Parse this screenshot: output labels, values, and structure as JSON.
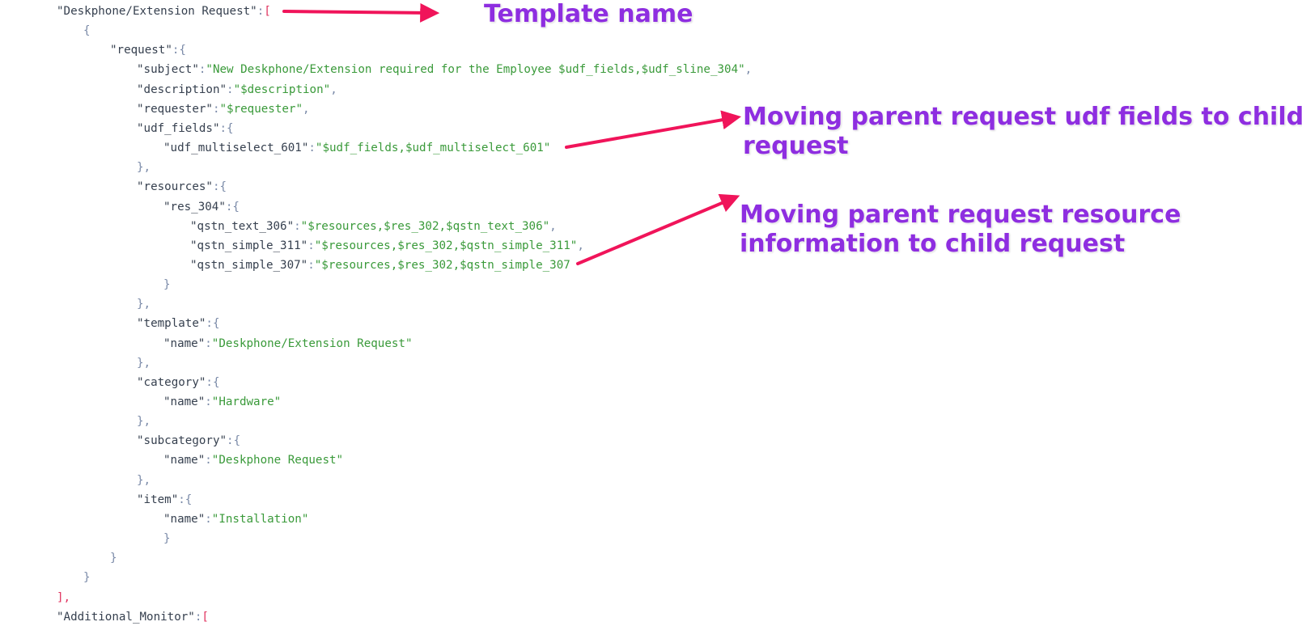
{
  "code": {
    "lines": [
      {
        "indent": 0,
        "parts": [
          {
            "t": "k",
            "v": "\"Deskphone/Extension Request\""
          },
          {
            "t": "p",
            "v": ":"
          },
          {
            "t": "p2",
            "v": "["
          }
        ]
      },
      {
        "indent": 1,
        "parts": [
          {
            "t": "p",
            "v": "{"
          }
        ]
      },
      {
        "indent": 2,
        "parts": [
          {
            "t": "k",
            "v": "\"request\""
          },
          {
            "t": "p",
            "v": ":{"
          }
        ]
      },
      {
        "indent": 3,
        "parts": [
          {
            "t": "k",
            "v": "\"subject\""
          },
          {
            "t": "p",
            "v": ":"
          },
          {
            "t": "s",
            "v": "\"New Deskphone/Extension required for the Employee $udf_fields,$udf_sline_304\""
          },
          {
            "t": "p",
            "v": ","
          }
        ]
      },
      {
        "indent": 3,
        "parts": [
          {
            "t": "k",
            "v": "\"description\""
          },
          {
            "t": "p",
            "v": ":"
          },
          {
            "t": "s",
            "v": "\"$description\""
          },
          {
            "t": "p",
            "v": ","
          }
        ]
      },
      {
        "indent": 3,
        "parts": [
          {
            "t": "k",
            "v": "\"requester\""
          },
          {
            "t": "p",
            "v": ":"
          },
          {
            "t": "s",
            "v": "\"$requester\""
          },
          {
            "t": "p",
            "v": ","
          }
        ]
      },
      {
        "indent": 3,
        "parts": [
          {
            "t": "k",
            "v": "\"udf_fields\""
          },
          {
            "t": "p",
            "v": ":{"
          }
        ]
      },
      {
        "indent": 4,
        "parts": [
          {
            "t": "k",
            "v": "\"udf_multiselect_601\""
          },
          {
            "t": "p",
            "v": ":"
          },
          {
            "t": "s",
            "v": "\"$udf_fields,$udf_multiselect_601\""
          }
        ]
      },
      {
        "indent": 3,
        "parts": [
          {
            "t": "p",
            "v": "},"
          }
        ]
      },
      {
        "indent": 3,
        "parts": [
          {
            "t": "k",
            "v": "\"resources\""
          },
          {
            "t": "p",
            "v": ":{"
          }
        ]
      },
      {
        "indent": 4,
        "parts": [
          {
            "t": "k",
            "v": "\"res_304\""
          },
          {
            "t": "p",
            "v": ":{"
          }
        ]
      },
      {
        "indent": 5,
        "parts": [
          {
            "t": "k",
            "v": "\"qstn_text_306\""
          },
          {
            "t": "p",
            "v": ":"
          },
          {
            "t": "s",
            "v": "\"$resources,$res_302,$qstn_text_306\""
          },
          {
            "t": "p",
            "v": ","
          }
        ]
      },
      {
        "indent": 5,
        "parts": [
          {
            "t": "k",
            "v": "\"qstn_simple_311\""
          },
          {
            "t": "p",
            "v": ":"
          },
          {
            "t": "s",
            "v": "\"$resources,$res_302,$qstn_simple_311\""
          },
          {
            "t": "p",
            "v": ","
          }
        ]
      },
      {
        "indent": 5,
        "parts": [
          {
            "t": "k",
            "v": "\"qstn_simple_307\""
          },
          {
            "t": "p",
            "v": ":"
          },
          {
            "t": "s",
            "v": "\"$resources,$res_302,$qstn_simple_307"
          }
        ]
      },
      {
        "indent": 4,
        "parts": [
          {
            "t": "p",
            "v": "}"
          }
        ]
      },
      {
        "indent": 3,
        "parts": [
          {
            "t": "p",
            "v": "},"
          }
        ]
      },
      {
        "indent": 3,
        "parts": [
          {
            "t": "k",
            "v": "\"template\""
          },
          {
            "t": "p",
            "v": ":{"
          }
        ]
      },
      {
        "indent": 4,
        "parts": [
          {
            "t": "k",
            "v": "\"name\""
          },
          {
            "t": "p",
            "v": ":"
          },
          {
            "t": "s",
            "v": "\"Deskphone/Extension Request\""
          }
        ]
      },
      {
        "indent": 3,
        "parts": [
          {
            "t": "p",
            "v": "},"
          }
        ]
      },
      {
        "indent": 3,
        "parts": [
          {
            "t": "k",
            "v": "\"category\""
          },
          {
            "t": "p",
            "v": ":{"
          }
        ]
      },
      {
        "indent": 4,
        "parts": [
          {
            "t": "k",
            "v": "\"name\""
          },
          {
            "t": "p",
            "v": ":"
          },
          {
            "t": "s",
            "v": "\"Hardware\""
          }
        ]
      },
      {
        "indent": 3,
        "parts": [
          {
            "t": "p",
            "v": "},"
          }
        ]
      },
      {
        "indent": 3,
        "parts": [
          {
            "t": "k",
            "v": "\"subcategory\""
          },
          {
            "t": "p",
            "v": ":{"
          }
        ]
      },
      {
        "indent": 4,
        "parts": [
          {
            "t": "k",
            "v": "\"name\""
          },
          {
            "t": "p",
            "v": ":"
          },
          {
            "t": "s",
            "v": "\"Deskphone Request\""
          }
        ]
      },
      {
        "indent": 3,
        "parts": [
          {
            "t": "p",
            "v": "},"
          }
        ]
      },
      {
        "indent": 3,
        "parts": [
          {
            "t": "k",
            "v": "\"item\""
          },
          {
            "t": "p",
            "v": ":{"
          }
        ]
      },
      {
        "indent": 4,
        "parts": [
          {
            "t": "k",
            "v": "\"name\""
          },
          {
            "t": "p",
            "v": ":"
          },
          {
            "t": "s",
            "v": "\"Installation\""
          }
        ]
      },
      {
        "indent": 4,
        "parts": [
          {
            "t": "p",
            "v": "}"
          }
        ]
      },
      {
        "indent": 2,
        "parts": [
          {
            "t": "p",
            "v": "}"
          }
        ]
      },
      {
        "indent": 1,
        "parts": [
          {
            "t": "p",
            "v": "}"
          }
        ]
      },
      {
        "indent": 0,
        "parts": [
          {
            "t": "p2",
            "v": "],"
          }
        ]
      },
      {
        "indent": 0,
        "parts": [
          {
            "t": "k",
            "v": "\"Additional_Monitor\""
          },
          {
            "t": "p",
            "v": ":"
          },
          {
            "t": "p2",
            "v": "["
          }
        ]
      }
    ]
  },
  "annotations": {
    "template_name": "Template name",
    "udf_fields": "Moving parent request udf fields to child\nrequest",
    "resources": "Moving parent request resource\ninformation to child request"
  },
  "colors": {
    "annotation_text": "#8e2ee0",
    "arrow": "#f0145a",
    "string": "#3a9a3a",
    "key": "#36404f"
  }
}
